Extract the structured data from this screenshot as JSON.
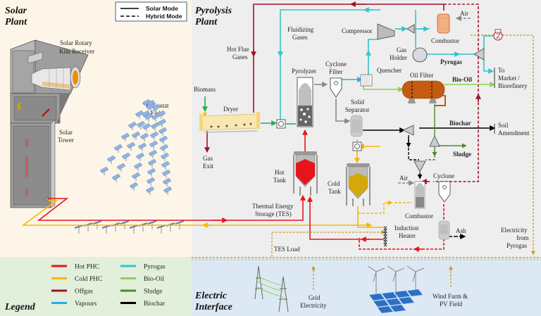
{
  "sections": {
    "solar": "Solar Plant",
    "pyrolysis": "Pyrolysis Plant",
    "legend": "Legend",
    "electric": "Electric Interface"
  },
  "mode_key": {
    "solar": "Solar Mode",
    "hybrid": "Hybrid Mode"
  },
  "labels": {
    "kiln1": "Solar Rotary",
    "kiln2": "Kiln Receiver",
    "heliostat1": "Heliostat",
    "heliostat2": "Field",
    "tower1": "Solar",
    "tower2": "Tower",
    "biomass": "Biomass",
    "dryer": "Dryer",
    "gasexit1": "Gas",
    "gasexit2": "Exit",
    "hotflue1": "Hot Flue",
    "hotflue2": "Gases",
    "fluid1": "Fluidizing",
    "fluid2": "Gases",
    "pyrolyzer": "Pyrolyzer",
    "cyclonefilter1": "Cyclone",
    "cyclonefilter2": "Filter",
    "quencher": "Quencher",
    "compressor": "Compressor",
    "combustor_top": "Combustor",
    "air_top": "Air",
    "gasholder1": "Gas",
    "gasholder2": "Holder",
    "pyrogas": "Pyrogas",
    "oilfilter": "Oil Filter",
    "biooil": "Bio-Oil",
    "market1": "To",
    "market2": "Market /",
    "market3": "Biorefinery",
    "solidsep1": "Solid",
    "solidsep2": "Separator",
    "biochar": "Biochar",
    "soil1": "Soil",
    "soil2": "Amendment",
    "sludge": "Sludge",
    "hottank1": "Hot",
    "hottank2": "Tank",
    "coldtank1": "Cold",
    "coldtank2": "Tank",
    "tes1": "Thermal Energy",
    "tes2": "Storage (TES)",
    "air_bottom": "Air",
    "cyclone": "Cyclone",
    "combustor_bottom": "Combustor",
    "induction1": "Induction",
    "induction2": "Heater",
    "ash": "Ash",
    "tesload": "TES Load",
    "elecpyro1": "Electricity",
    "elecpyro2": "from",
    "elecpyro3": "Pyrogas",
    "grid1": "Grid",
    "grid2": "Electricity",
    "wind1": "Wind Farm &",
    "wind2": "PV Field"
  },
  "legend": [
    {
      "label": "Hot PHC",
      "color": "#e8141c"
    },
    {
      "label": "Cold PHC",
      "color": "#f5b800"
    },
    {
      "label": "Offgas",
      "color": "#a3112a"
    },
    {
      "label": "Vapours",
      "color": "#1fb0ea"
    },
    {
      "label": "Pyrogas",
      "color": "#34c4cc"
    },
    {
      "label": "Bio-Oil",
      "color": "#8fd14f"
    },
    {
      "label": "Sludge",
      "color": "#4c8a2e"
    },
    {
      "label": "Biochar",
      "color": "#000000"
    }
  ],
  "colors": {
    "solar_bg": "#fdf6e8",
    "pyro_bg": "#eeeeee",
    "legend_bg": "#e2efda",
    "electric_bg": "#dce8f4",
    "electric_line": "#c8961e",
    "oil_filter": "#c55a11",
    "combustor_top": "#f4b183"
  }
}
